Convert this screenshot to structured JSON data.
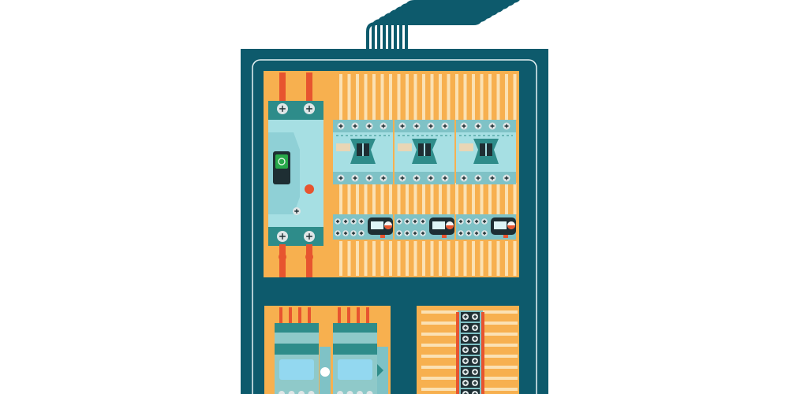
{
  "colors": {
    "background": "#ffffff",
    "enclosure": "#0d5a6c",
    "enclosure_outline": "#e6f1f3",
    "cable": "#0d5a6c",
    "backplate": "#f7b04f",
    "wire_light": "#fbe1b3",
    "breaker_body": "#a6dfe3",
    "breaker_dark": "#2e8c8a",
    "terminal_dark": "#1e2e33",
    "screw_light": "#dfe6e7",
    "accent_red": "#e7542f",
    "switch_green": "#28a84a",
    "relay_body": "#8fc9c9",
    "relay_window": "#93d8f0"
  },
  "components": {
    "main_breaker": {
      "icon": "circuit-breaker-icon",
      "state": "on"
    },
    "contactor_count": 3,
    "meter_count": 3,
    "relay_count": 2,
    "terminal_rows": 8
  }
}
